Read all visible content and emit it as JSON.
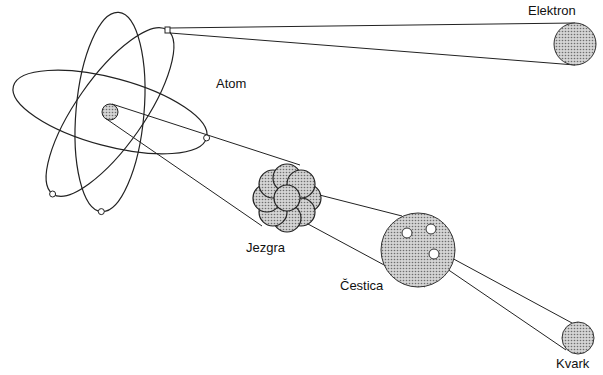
{
  "diagram": {
    "labels": [
      "Elektron",
      "Atom",
      "Jezgra",
      "Čestica",
      "Kvark"
    ]
  }
}
